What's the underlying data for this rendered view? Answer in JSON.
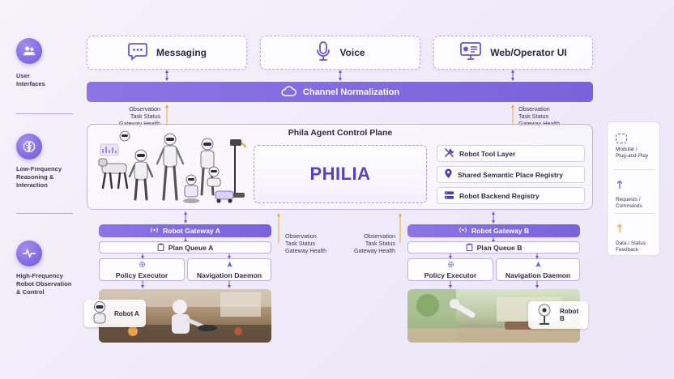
{
  "side": {
    "user_interfaces": "User\nInterfaces",
    "low_frequency": "Low-Frequency\nReasoning &\nInteraction",
    "high_frequency": "High-Frequency\nRobot Observation\n& Control"
  },
  "ui_cards": {
    "messaging": "Messaging",
    "voice": "Voice",
    "web": "Web/Operator UI"
  },
  "channel_normalization": "Channel Normalization",
  "feedback": {
    "left_top": "Observation\nTask Status\nGateway Health",
    "right_top": "Observation\nTask Status\nGateway Health",
    "mid_left": "Observation\nTask Status\nGateway Health",
    "mid_right": "Observation\nTask Status\nGateway Health"
  },
  "plane": {
    "title": "Phila Agent Control Plane",
    "core": "PHILIA",
    "registries": [
      "Robot Tool Layer",
      "Shared Semantic Place Registry",
      "Robot Backend Registry"
    ]
  },
  "gateway_a": {
    "gateway": "Robot Gateway A",
    "queue": "Plan Queue A",
    "executor": "Policy Executor",
    "daemon": "Navigation Daemon",
    "robot": "Robot A"
  },
  "gateway_b": {
    "gateway": "Robot Gateway B",
    "queue": "Plan Queue B",
    "executor": "Policy Executor",
    "daemon": "Navigation Daemon",
    "robot": "Robot B"
  },
  "legend": {
    "modular": "Modular /\nPlug-and-Play",
    "requests": "Requests /\nCommands",
    "feedback": "Data / Status\nFeedback"
  },
  "colors": {
    "accent": "#7a62dc",
    "request_arrow": "#6a54d6",
    "feedback_arrow": "#f0a53a"
  }
}
